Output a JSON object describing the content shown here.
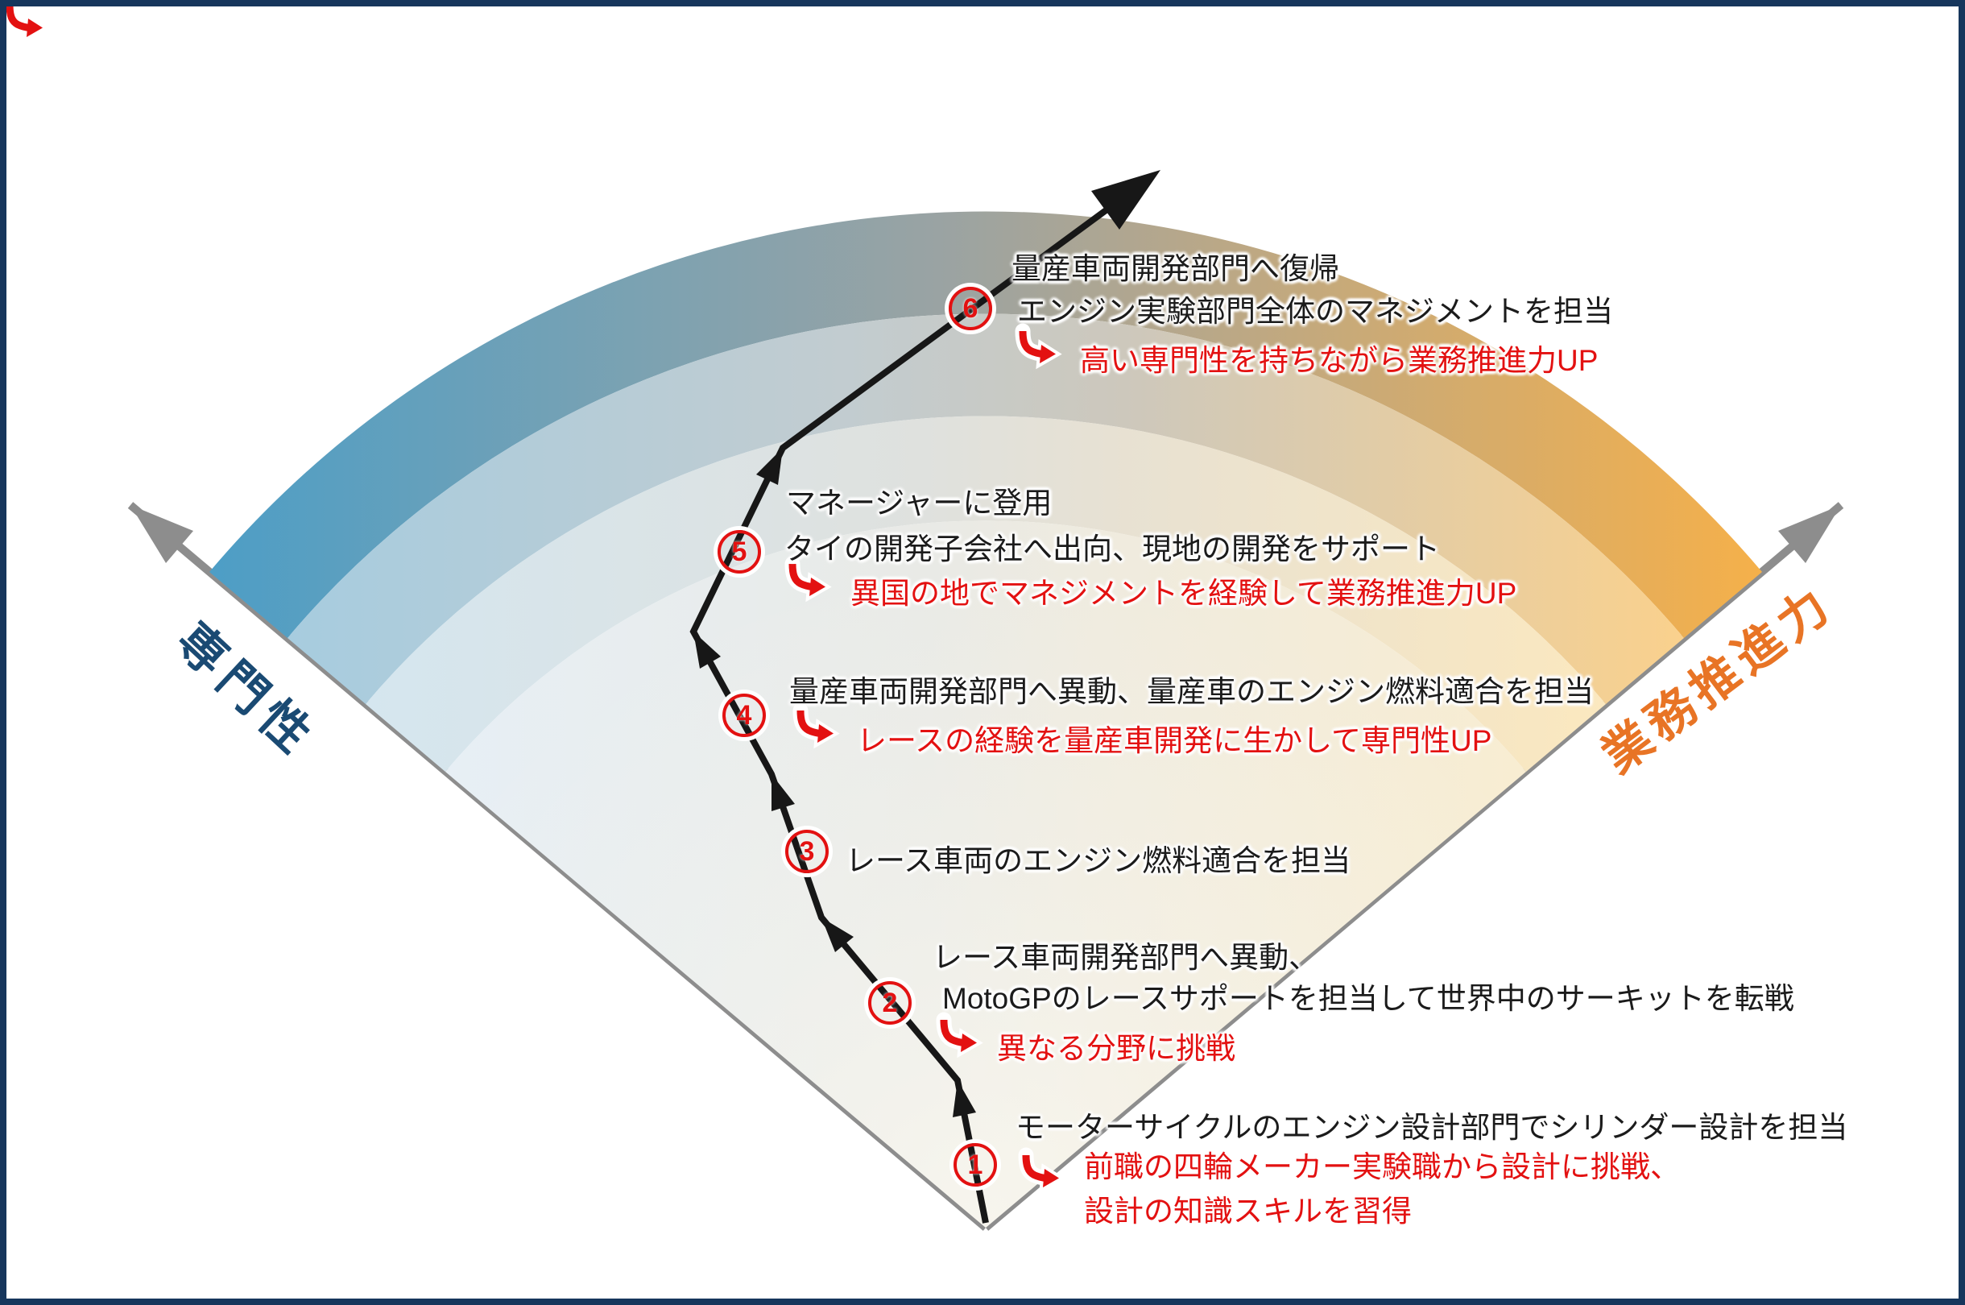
{
  "diagram_title": "career-path-fan-diagram",
  "axes": {
    "left_label": "専門性",
    "right_label": "業務推進力"
  },
  "steps": [
    {
      "num": "1",
      "line1": "モーターサイクルのエンジン設計部門でシリンダー設計を担当",
      "note1": "前職の四輪メーカー実験職から設計に挑戦、",
      "note2": "設計の知識スキルを習得"
    },
    {
      "num": "2",
      "line1": "レース車両開発部門へ異動、",
      "line2": "MotoGPのレースサポートを担当して世界中のサーキットを転戦",
      "note1": "異なる分野に挑戦"
    },
    {
      "num": "3",
      "line1": "レース車両のエンジン燃料適合を担当"
    },
    {
      "num": "4",
      "line1": "量産車両開発部門へ異動、量産車のエンジン燃料適合を担当",
      "note1": "レースの経験を量産車開発に生かして専門性UP"
    },
    {
      "num": "5",
      "line1": "マネージャーに登用",
      "line2": "タイの開発子会社へ出向、現地の開発をサポート",
      "note1": "異国の地でマネジメントを経験して業務推進力UP"
    },
    {
      "num": "6",
      "line1": "量産車両開発部門へ復帰",
      "line2": "エンジン実験部門全体のマネジメントを担当",
      "note1": "高い専門性を持ちながら業務推進力UP"
    }
  ],
  "colors": {
    "border_navy": "#16365C",
    "accent_red": "#E31111",
    "axis_gray": "#8D8D8D",
    "path_black": "#171717",
    "left_axis_text": "#1A4A73",
    "right_axis_text": "#E87425",
    "band_outer_blue": "#4D9EC6",
    "band_outer_orange": "#F5B04A",
    "band_mid_blue": "#A7CCDF",
    "band_mid_orange": "#FAD18D",
    "band_inner_blue": "#D5E6EF",
    "band_inner_orange": "#FBE8BF"
  }
}
